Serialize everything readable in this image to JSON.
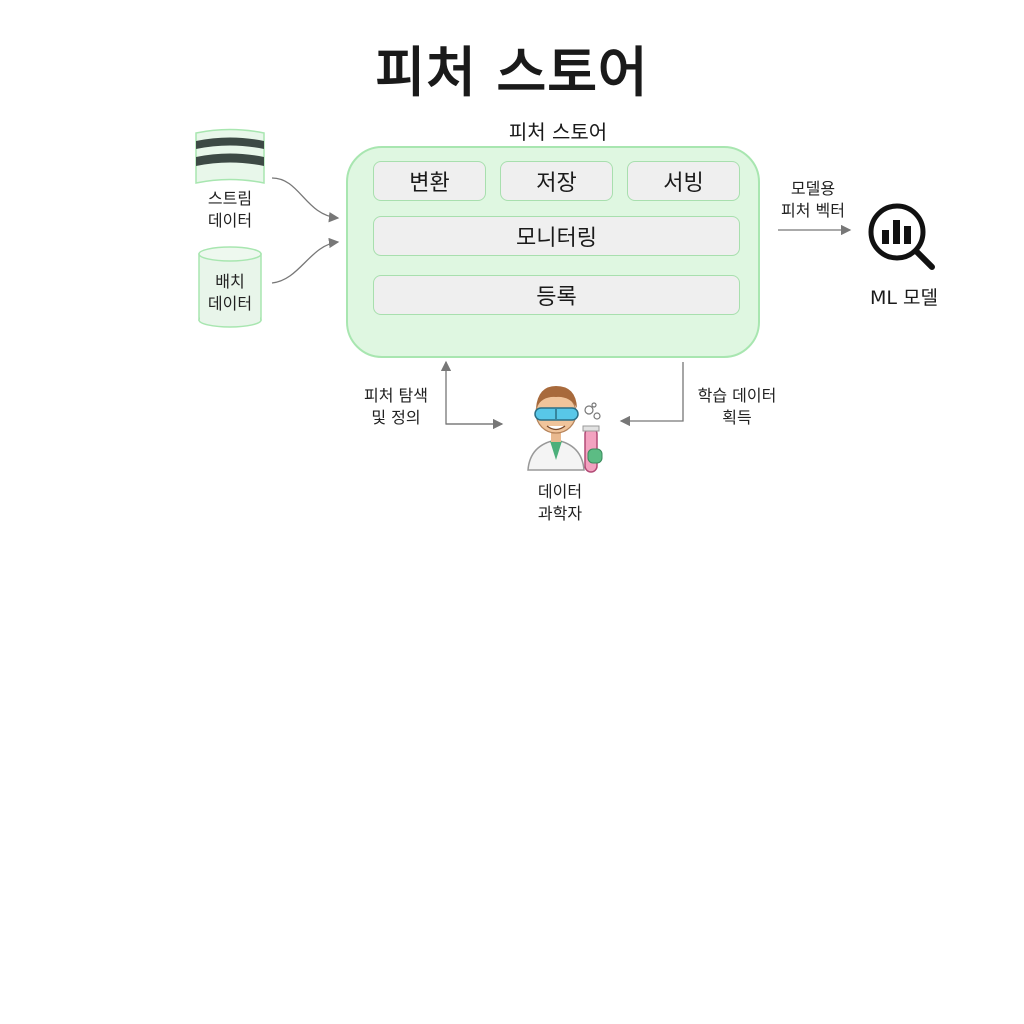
{
  "title": "피처 스토어",
  "feature_store": {
    "label": "피처 스토어",
    "top_row": [
      "변환",
      "저장",
      "서빙"
    ],
    "monitoring": "모니터링",
    "registry": "등록"
  },
  "sources": {
    "stream": [
      "스트림",
      "데이터"
    ],
    "batch": [
      "배치",
      "데이터"
    ]
  },
  "output": {
    "edge_label": [
      "모델용",
      "피처 벡터"
    ],
    "target": "ML 모델"
  },
  "scientist": {
    "label": [
      "데이터",
      "과학자"
    ],
    "explore_label": [
      "피처 탐색",
      "및 정의"
    ],
    "training_label": [
      "학습 데이터",
      "획득"
    ]
  },
  "colors": {
    "store_fill": "#dff7e1",
    "store_border": "#a8e6b0",
    "cell_fill": "#efefef",
    "arrow": "#777777"
  }
}
